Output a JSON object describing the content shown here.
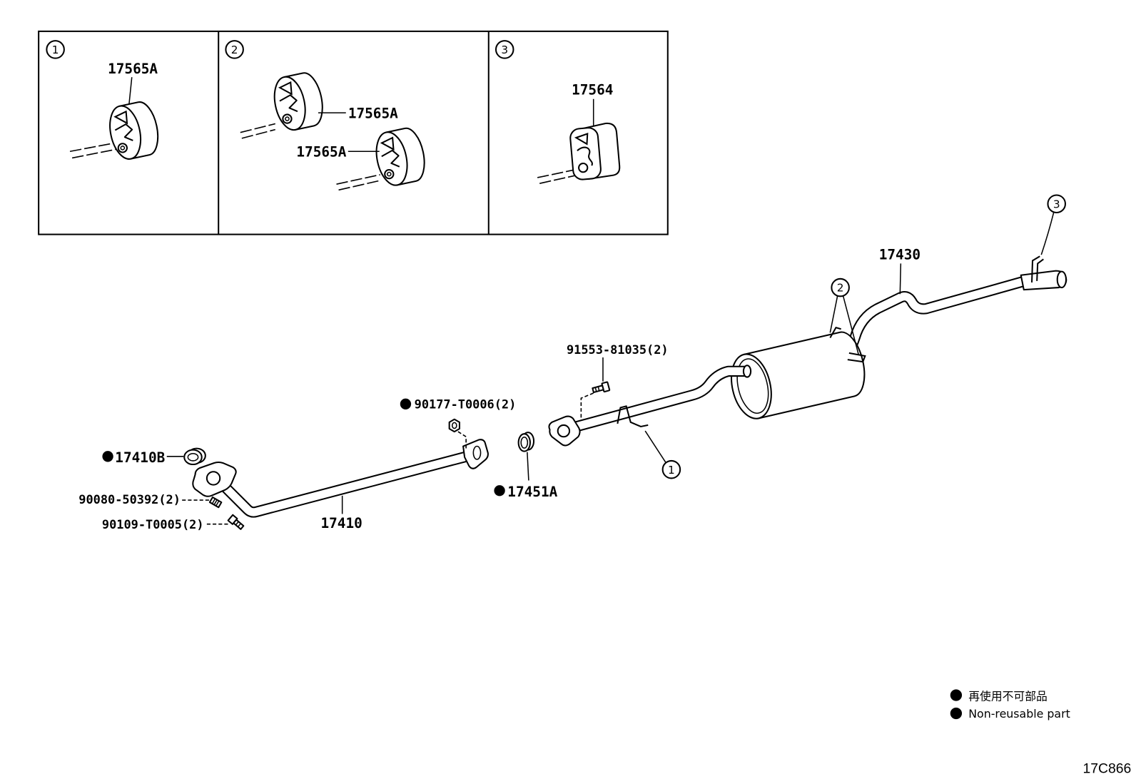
{
  "colors": {
    "line": "#000000",
    "background": "#ffffff"
  },
  "inset": {
    "panels": [
      {
        "number": "1",
        "labels": [
          "17565A"
        ]
      },
      {
        "number": "2",
        "labels": [
          "17565A",
          "17565A"
        ]
      },
      {
        "number": "3",
        "labels": [
          "17564"
        ]
      }
    ]
  },
  "parts": {
    "front_pipe": {
      "number": "17410"
    },
    "front_pipe_gasket": {
      "number": "17410B",
      "non_reusable": true
    },
    "flange_fastener_upper": {
      "number": "90080-50392(2)"
    },
    "flange_fastener_lower": {
      "number": "90109-T0005(2)"
    },
    "joint_nut": {
      "number": "90177-T0006(2)",
      "non_reusable": true
    },
    "joint_gasket": {
      "number": "17451A",
      "non_reusable": true
    },
    "joint_bolt": {
      "number": "91553-81035(2)"
    },
    "tail_pipe": {
      "number": "17430"
    }
  },
  "callouts": [
    "1",
    "2",
    "3"
  ],
  "legend": {
    "marker_icon": "filled-circle-icon",
    "items": [
      "再使用不可部品",
      "Non-reusable part"
    ]
  },
  "figure_code": "17C866"
}
